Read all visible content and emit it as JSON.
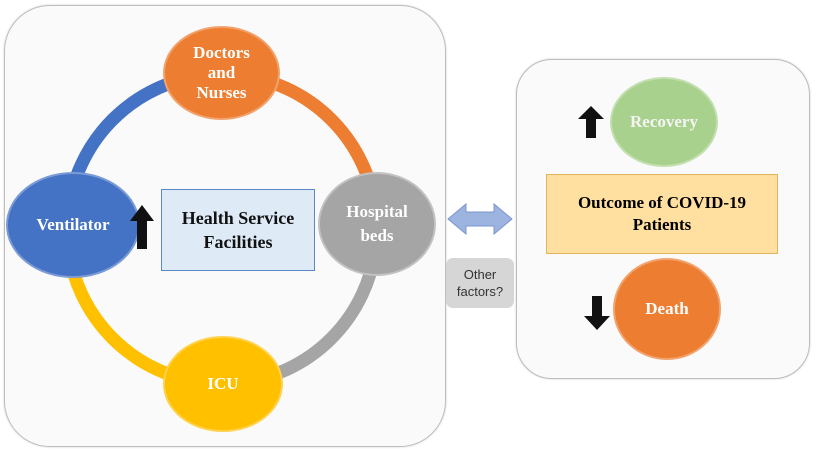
{
  "nodes": {
    "doctors": "Doctors and Nurses",
    "ventilator": "Ventilator",
    "hospital_beds": "Hospital beds",
    "icu": "ICU",
    "center": "Health Service Facilities",
    "recovery": "Recovery",
    "death": "Death",
    "outcome": "Outcome of COVID-19 Patients",
    "other_factors": "Other factors?"
  },
  "colors": {
    "orange": "#ed7d31",
    "blue": "#4472c4",
    "gray": "#a5a5a5",
    "yellow": "#ffc000",
    "green": "#a9d18e",
    "light_blue_fill": "#deebf7",
    "outcome_fill": "#ffe0a0",
    "double_arrow": "#8faadc"
  },
  "icons": {
    "ventilator_arrow": "up-arrow-icon",
    "recovery_arrow": "up-arrow-icon",
    "death_arrow": "down-arrow-icon",
    "link_arrow": "left-right-arrow-icon"
  }
}
